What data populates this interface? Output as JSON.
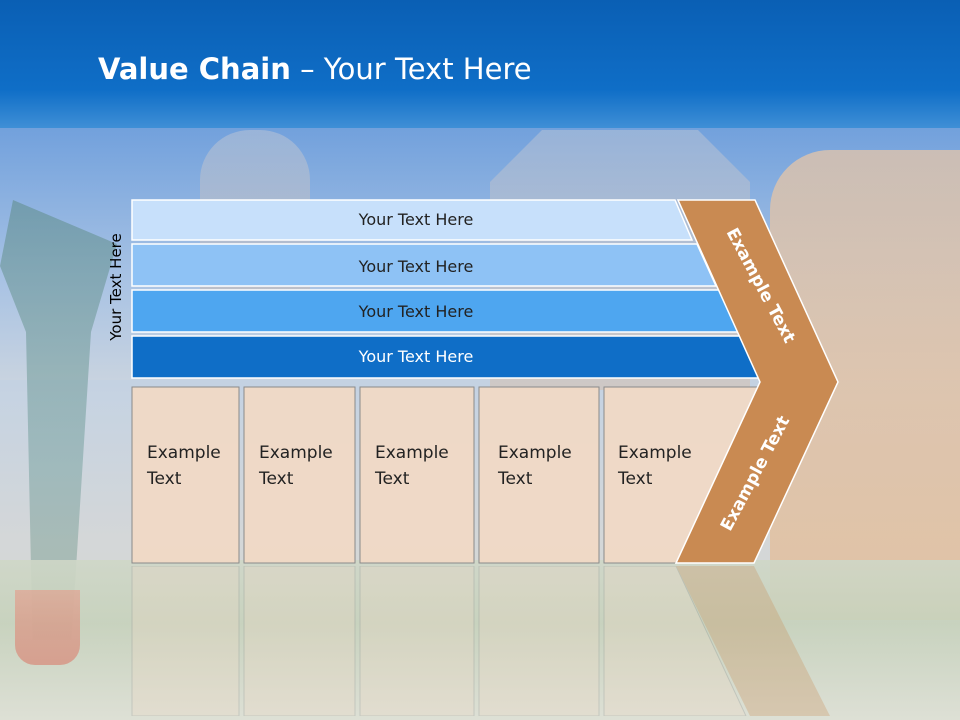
{
  "title": {
    "bold": "Value Chain",
    "rest": " – Your Text Here"
  },
  "side_label": "Your Text Here",
  "bars": [
    {
      "label": "Your Text Here",
      "color": "#c7e0fb"
    },
    {
      "label": "Your Text Here",
      "color": "#8ec2f5"
    },
    {
      "label": "Your Text Here",
      "color": "#4ea6f0"
    },
    {
      "label": "Your Text Here",
      "color": "#0f6ec7"
    }
  ],
  "cells": [
    {
      "line1": "Example",
      "line2": "Text"
    },
    {
      "line1": "Example",
      "line2": "Text"
    },
    {
      "line1": "Example",
      "line2": "Text"
    },
    {
      "line1": "Example",
      "line2": "Text"
    },
    {
      "line1": "Example",
      "line2": "Text"
    }
  ],
  "chevron": {
    "top_label": "Example Text",
    "bottom_label": "Example Text",
    "color": "#c98a52"
  },
  "colors": {
    "header": "#0f6ec7",
    "cell_fill": "#f1d9c5"
  }
}
